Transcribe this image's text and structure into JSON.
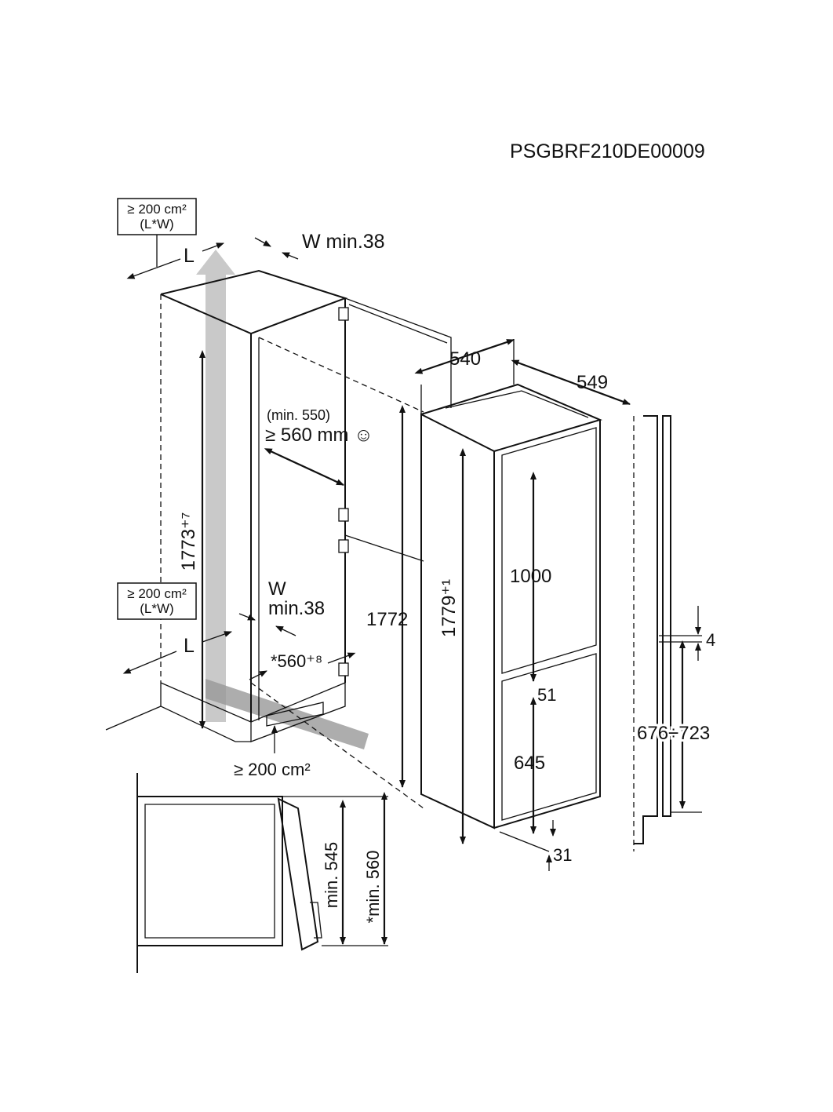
{
  "diagram": {
    "code": "PSGBRF210DE00009",
    "vent_top": {
      "area": "≥ 200 cm²",
      "formula": "(L*W)",
      "length_label": "L",
      "width_label": "W min.38"
    },
    "vent_bottom": {
      "area": "≥ 200 cm²",
      "formula": "(L*W)",
      "length_label": "L",
      "width_label_w": "W",
      "width_label_min": "min.38"
    },
    "niche_height": "1773⁺⁷",
    "niche_depth_min": "(min. 550)",
    "niche_depth": "≥ 560 mm ☺",
    "niche_width": "*560⁺⁸",
    "plinth_vent": "≥ 200 cm²",
    "appliance_width": "540",
    "appliance_depth": "549",
    "appliance_height_total": "1772",
    "appliance_height": "1779⁺¹",
    "upper_door": "1000",
    "door_gap": "51",
    "lower_door": "645",
    "door_offset": "4",
    "bracket_range": "676÷723",
    "bottom_gap": "31",
    "section_min_depth": "min. 545",
    "section_min_depth_star": "*min. 560"
  }
}
